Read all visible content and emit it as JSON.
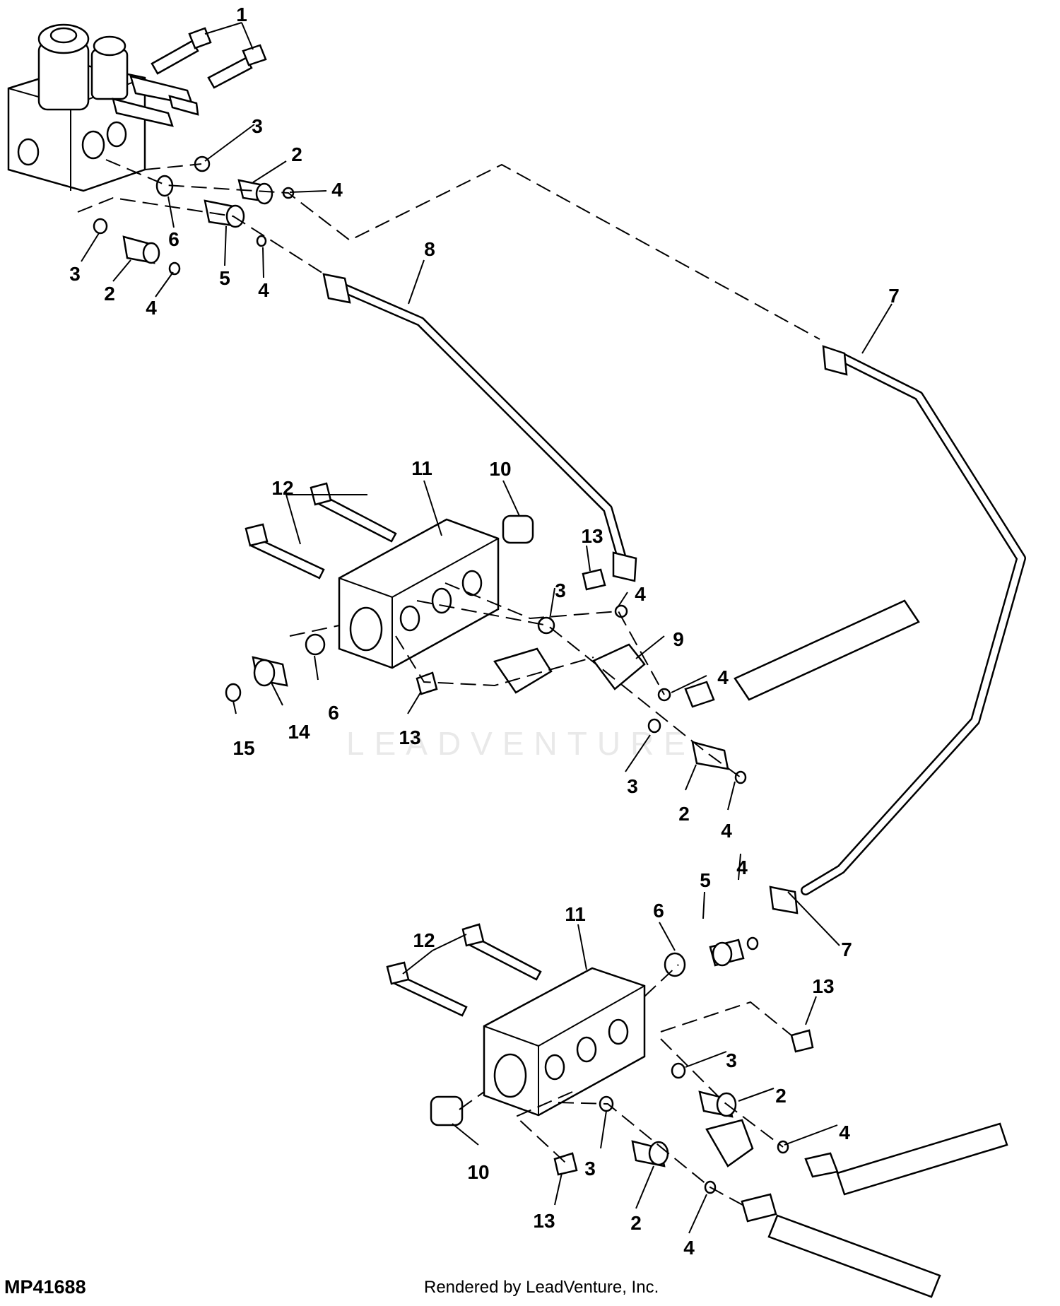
{
  "figure_id": "MP41688",
  "render_credit": "Rendered by LeadVenture, Inc.",
  "watermark_text": "LEADVENTURE",
  "callouts": [
    "1",
    "2",
    "3",
    "4",
    "5",
    "6",
    "7",
    "8",
    "9",
    "10",
    "11",
    "12",
    "13",
    "14",
    "15"
  ]
}
